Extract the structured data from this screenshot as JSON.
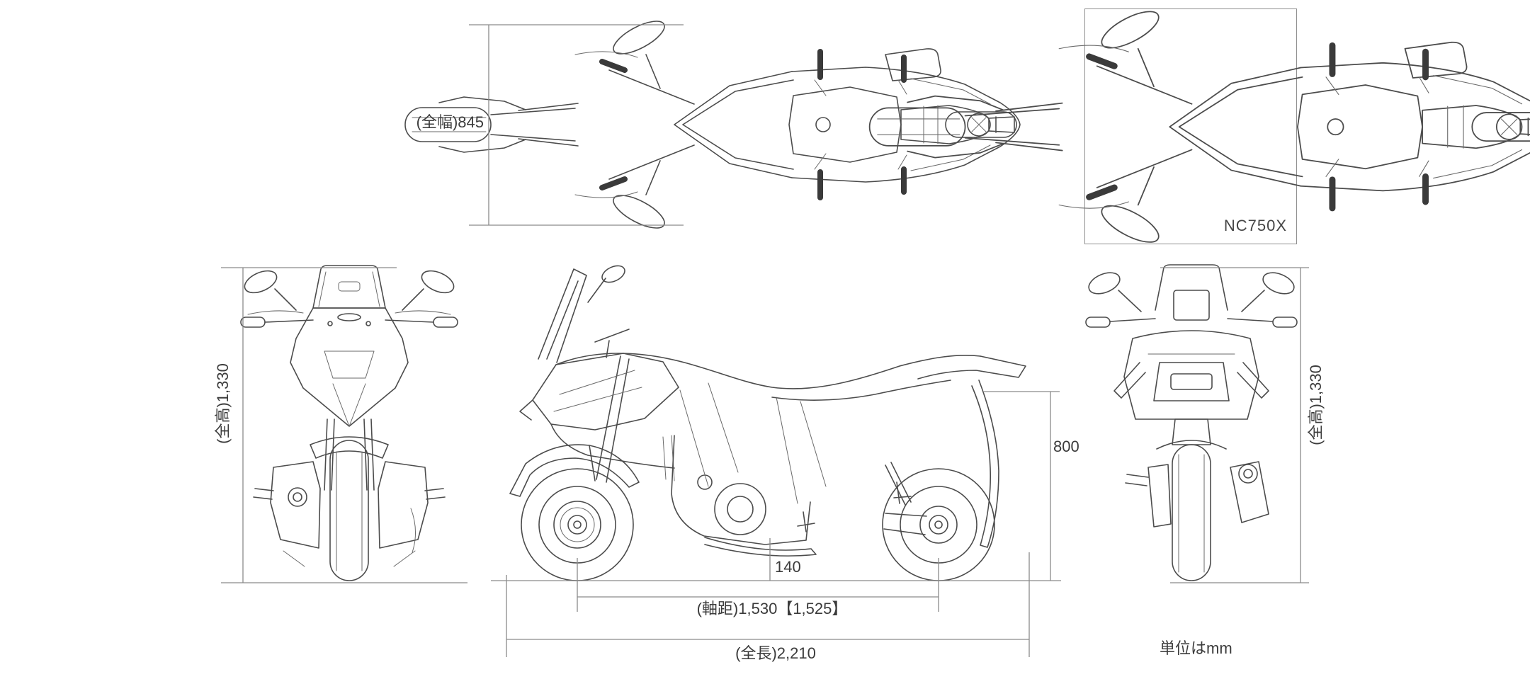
{
  "colors": {
    "background": "#ffffff",
    "line_art": "#4c4c4c",
    "dimension_line": "#8a8a8a",
    "text": "#3b3b3b"
  },
  "model": {
    "name_label": "NC750X"
  },
  "unit_note": "単位はmm",
  "dimensions": {
    "overall_width": {
      "label": "(全幅)845",
      "value_mm": 845
    },
    "overall_height": {
      "label": "(全高)1,330",
      "value_mm": 1330
    },
    "seat_height": {
      "label": "800",
      "value_mm": 800
    },
    "ground_clearance": {
      "label": "140",
      "value_mm": 140
    },
    "wheelbase": {
      "label": "(軸距)1,530【1,525】",
      "value_mm": 1530,
      "value_alt_mm": 1525
    },
    "overall_length": {
      "label": "(全長)2,210",
      "value_mm": 2210
    }
  },
  "views": {
    "top": "top view",
    "front": "front view",
    "side": "side view",
    "rear": "rear view",
    "inset": "detail inset"
  }
}
